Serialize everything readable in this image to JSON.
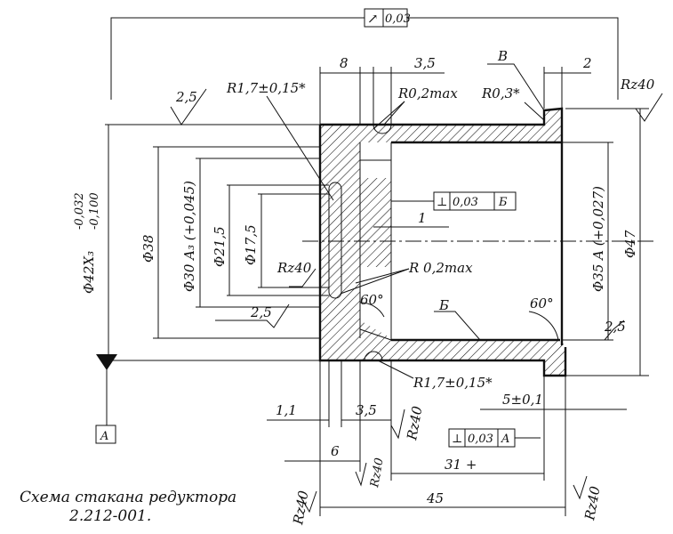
{
  "caption": {
    "line1": "Схема стакана редуктора",
    "line2": "2.212-001."
  },
  "tolerance_frames": {
    "runout": {
      "symbol": "↗",
      "value": "0,03"
    },
    "perp_b": {
      "symbol": "⊥",
      "value": "0,03",
      "datum": "Б"
    },
    "perp_a": {
      "symbol": "⊥",
      "value": "0,03",
      "datum": "A"
    }
  },
  "datums": {
    "a": "A",
    "b": "Б",
    "v": "В"
  },
  "dimensions": {
    "d42": "Φ42X₃(-0,032/-0,100)",
    "d42_main": "Φ42X₃",
    "d42_tol_top": "-0,032",
    "d42_tol_bot": "-0,100",
    "d38": "Φ38",
    "d30": "Φ30 A₃ (+0,045)",
    "d21_5": "Φ21,5",
    "d17_5": "Φ17,5",
    "d35": "Φ35 A (+0,027)",
    "d47": "Φ47",
    "len_8": "8",
    "len_3_5_top": "3,5",
    "len_2": "2",
    "len_1": "1",
    "len_1_1": "1,1",
    "len_3_5_bot": "3,5",
    "len_6": "6",
    "len_31": "31 +",
    "len_45": "45",
    "len_5": "5±0,1",
    "r1_7_top": "R1,7±0,15*",
    "r0_2_top": "R0,2max",
    "r0_3": "R0,3*",
    "r0_2_mid": "R 0,2max",
    "r1_7_bot": "R1,7±0,15*",
    "ang_60_left": "60°",
    "ang_60_right": "60°"
  },
  "roughness": {
    "rz40_top_right": "Rz40",
    "ra2_5_top_left": "2,5",
    "rz40_mid_left": "Rz40",
    "ra2_5_mid_left": "2,5",
    "ra2_5_right": "2,5",
    "rz40_bot_1": "Rz40",
    "rz40_bot_2": "Rz40",
    "rz40_bot_left": "Rz40",
    "rz40_bot_right": "Rz40"
  }
}
